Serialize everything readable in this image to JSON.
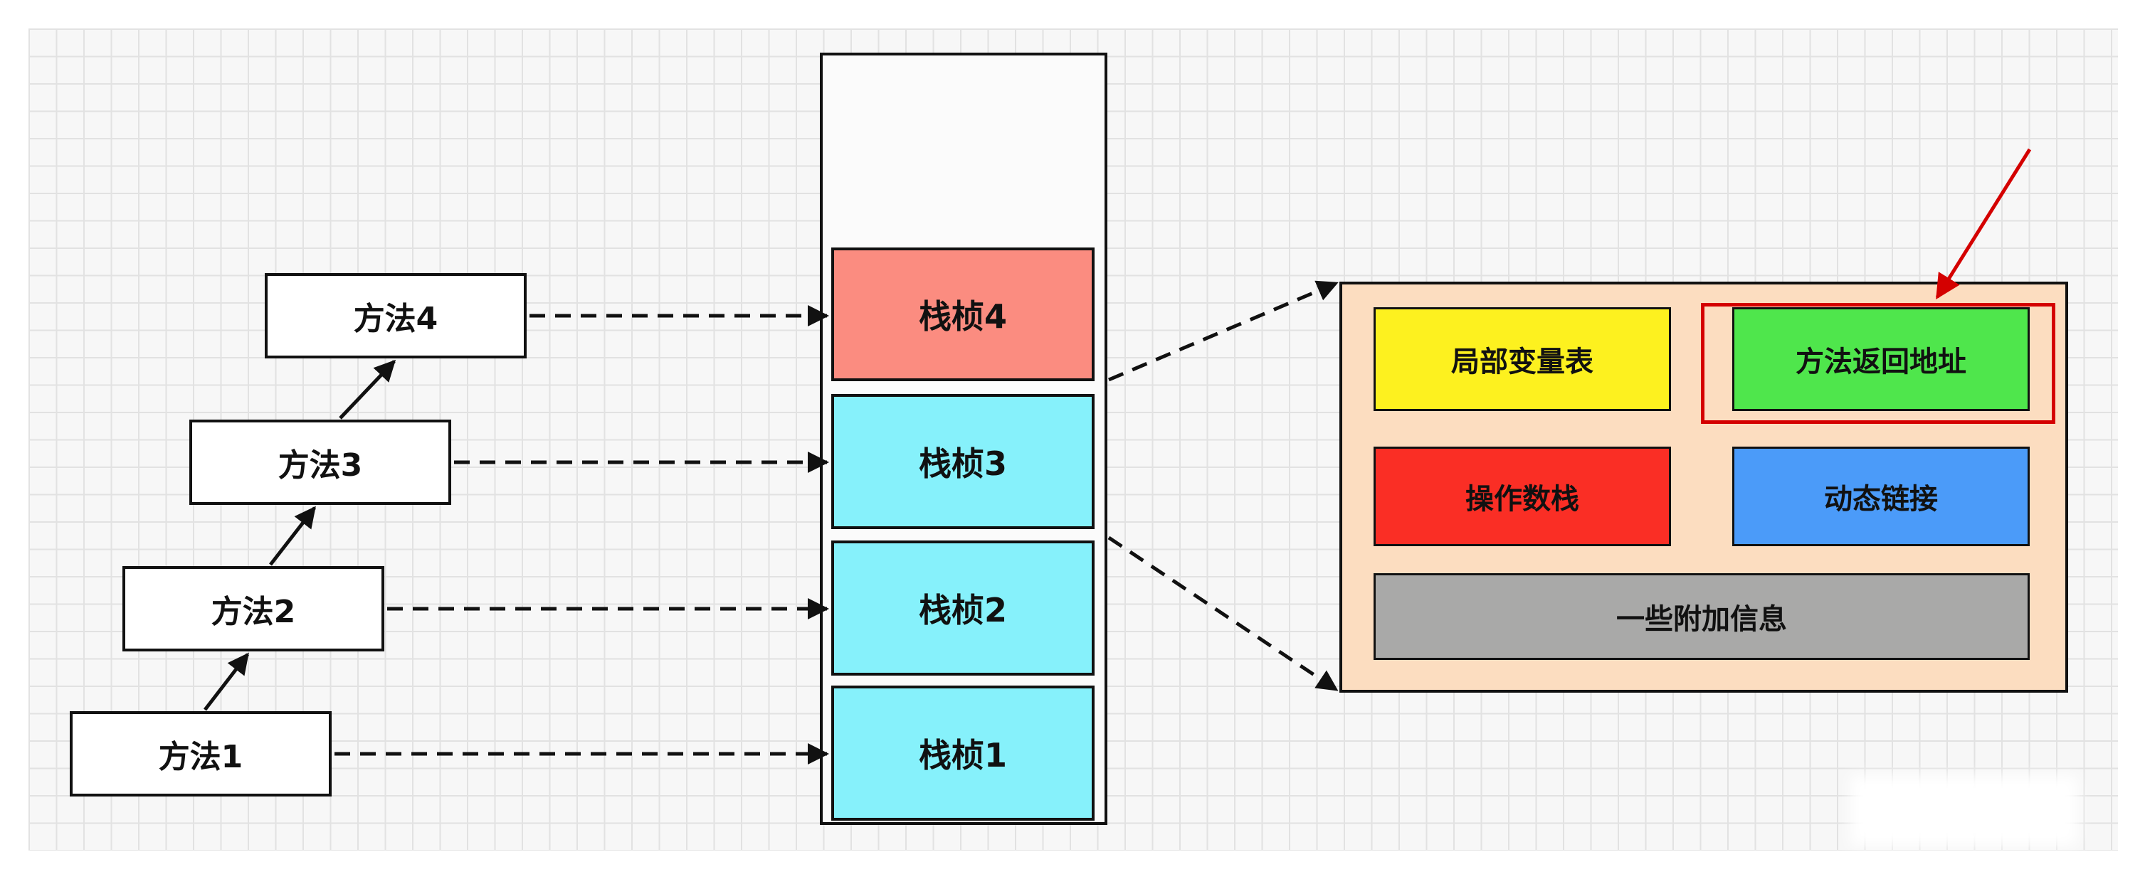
{
  "methods": [
    {
      "label": "方法1"
    },
    {
      "label": "方法2"
    },
    {
      "label": "方法3"
    },
    {
      "label": "方法4"
    }
  ],
  "frames": [
    {
      "label": "栈桢1"
    },
    {
      "label": "栈桢2"
    },
    {
      "label": "栈桢3"
    },
    {
      "label": "栈桢4"
    }
  ],
  "frame_detail": {
    "local_vars": "局部变量表",
    "return_address": "方法返回地址",
    "operand_stack": "操作数栈",
    "dynamic_link": "动态链接",
    "extra_info": "一些附加信息"
  },
  "colors": {
    "frame_top": "#fb8c80",
    "frame": "#86f1fb",
    "panel": "#fcddc0",
    "local_vars": "#fdf11f",
    "return_address": "#4fe64c",
    "operand_stack": "#fa2e25",
    "dynamic_link": "#4b9bf9",
    "extra_info": "#a9a9a8",
    "highlight": "#d40000"
  }
}
